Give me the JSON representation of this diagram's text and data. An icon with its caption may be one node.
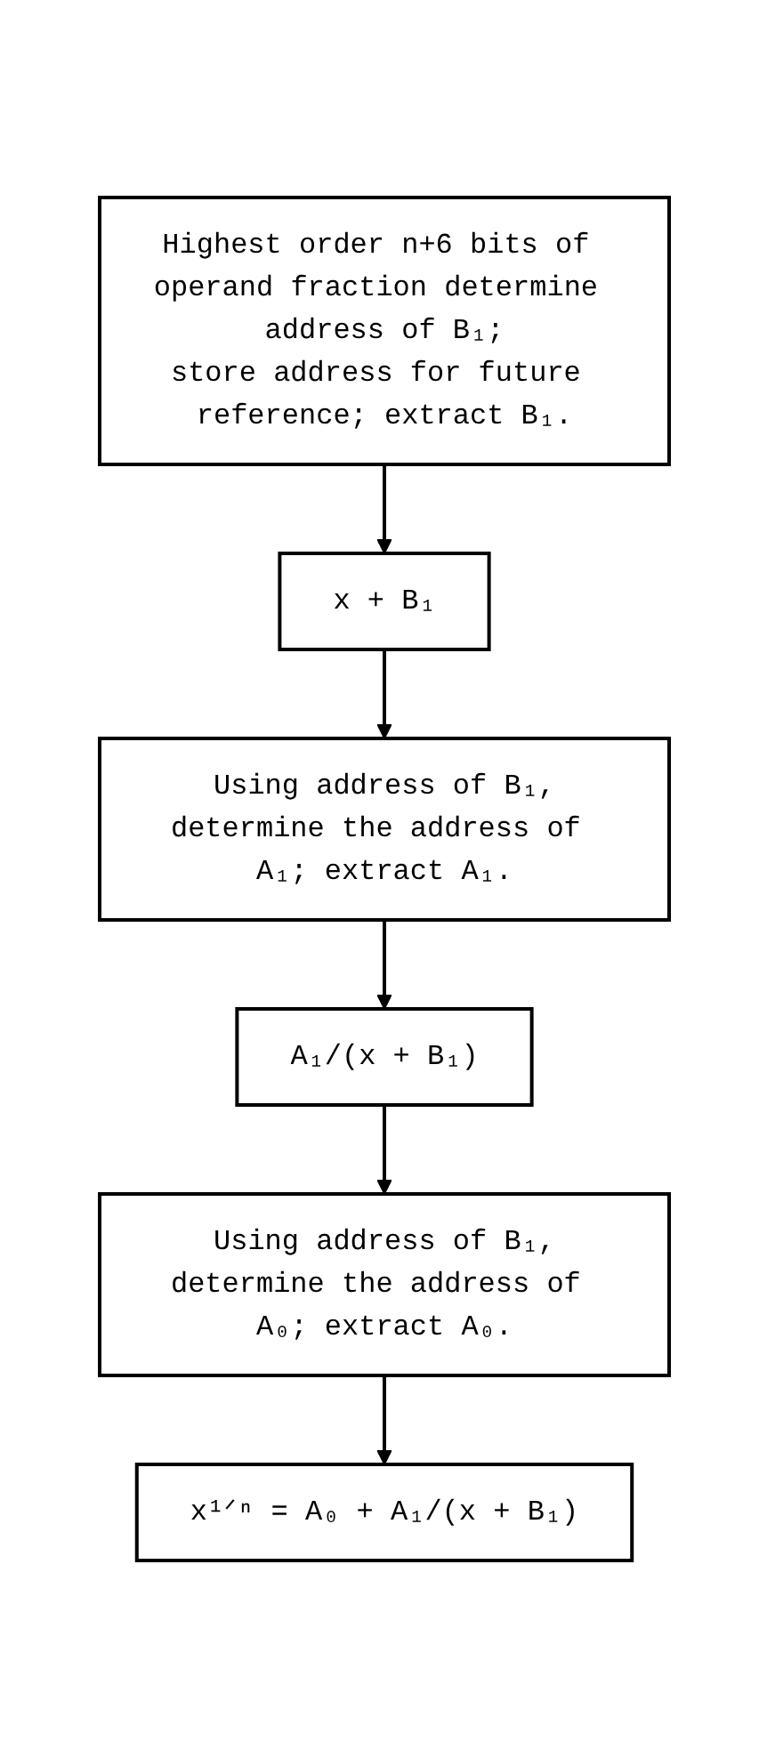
{
  "diagram": {
    "nodes": [
      {
        "text": [
          "Highest order n+6 bits of operand fraction determine address of B₁;",
          "store address for future reference; extract B₁."
        ]
      },
      {
        "text": [
          "x + B₁"
        ]
      },
      {
        "text": [
          "Using address of B₁,",
          "determine the address of A₁; extract A₁."
        ]
      },
      {
        "text": [
          "A₁/(x + B₁)"
        ]
      },
      {
        "text": [
          "Using address of B₁,",
          "determine the address of A₀; extract A₀."
        ]
      },
      {
        "text": [
          "x¹ᐟⁿ = A₀ + A₁/(x + B₁)"
        ]
      }
    ],
    "edges": [
      {
        "from": 0,
        "to": 1,
        "arrow": "to"
      },
      {
        "from": 1,
        "to": 2,
        "arrow": "to"
      },
      {
        "from": 2,
        "to": 3,
        "arrow": "to"
      },
      {
        "from": 3,
        "to": 4,
        "arrow": "to"
      },
      {
        "from": 4,
        "to": 5,
        "arrow": "to"
      }
    ]
  }
}
